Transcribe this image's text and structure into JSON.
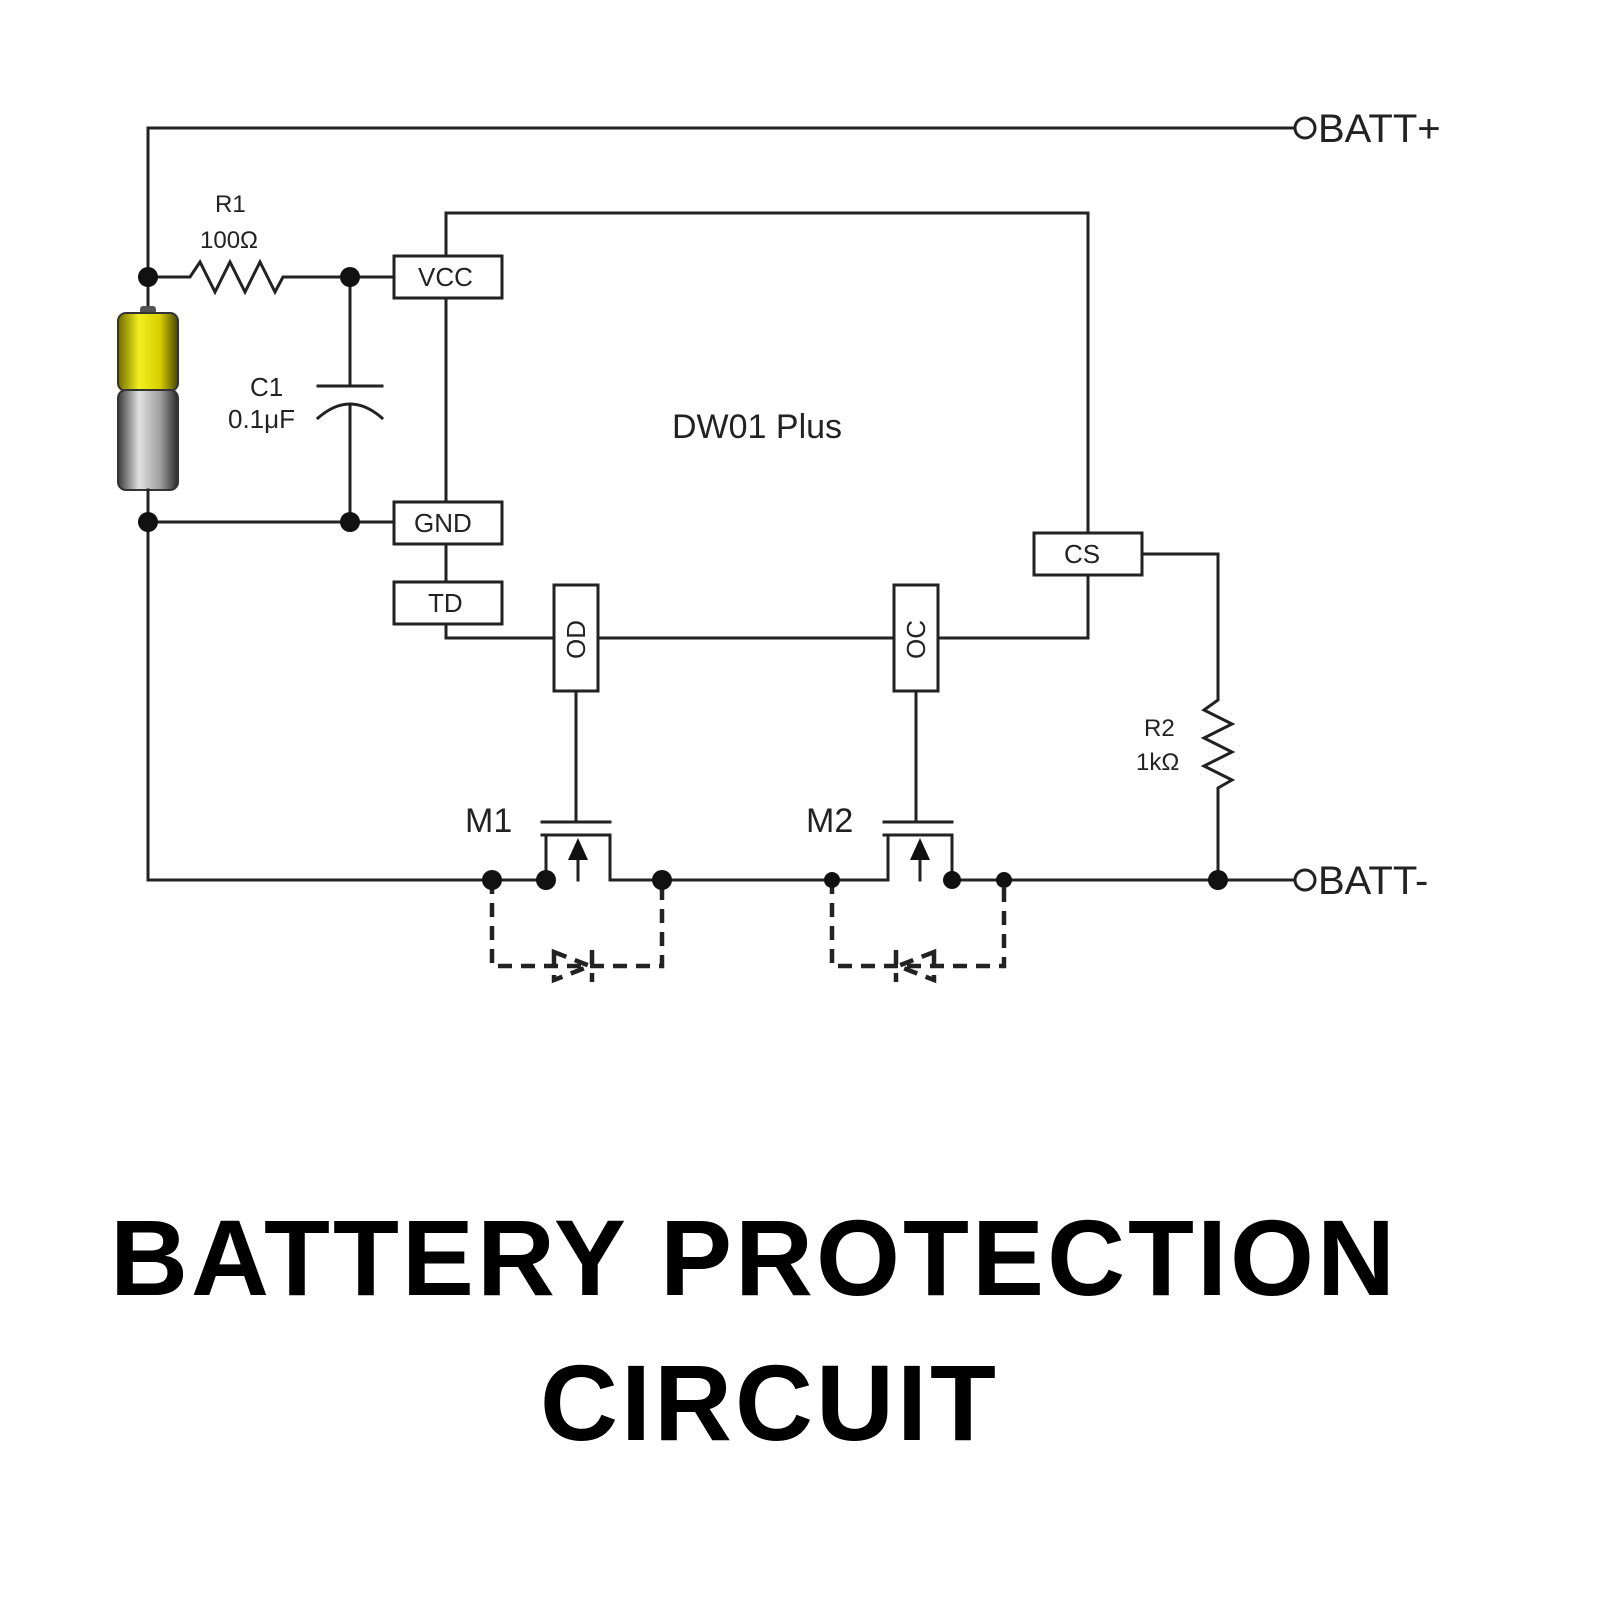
{
  "terminals": {
    "positive": "BATT+",
    "negative": "BATT-"
  },
  "ic": {
    "name": "DW01 Plus",
    "pins": {
      "vcc": "VCC",
      "gnd": "GND",
      "td": "TD",
      "od": "OD",
      "oc": "OC",
      "cs": "CS"
    }
  },
  "components": {
    "r1": {
      "ref": "R1",
      "value": "100Ω"
    },
    "c1": {
      "ref": "C1",
      "value": "0.1μF"
    },
    "r2": {
      "ref": "R2",
      "value": "1kΩ"
    },
    "m1": {
      "ref": "M1"
    },
    "m2": {
      "ref": "M2"
    }
  },
  "caption": {
    "line1": "BATTERY PROTECTION",
    "line2": "CIRCUIT"
  },
  "colors": {
    "battery_top": "#e8e000",
    "battery_body": "#9a9a9a",
    "ink": "#222222"
  }
}
